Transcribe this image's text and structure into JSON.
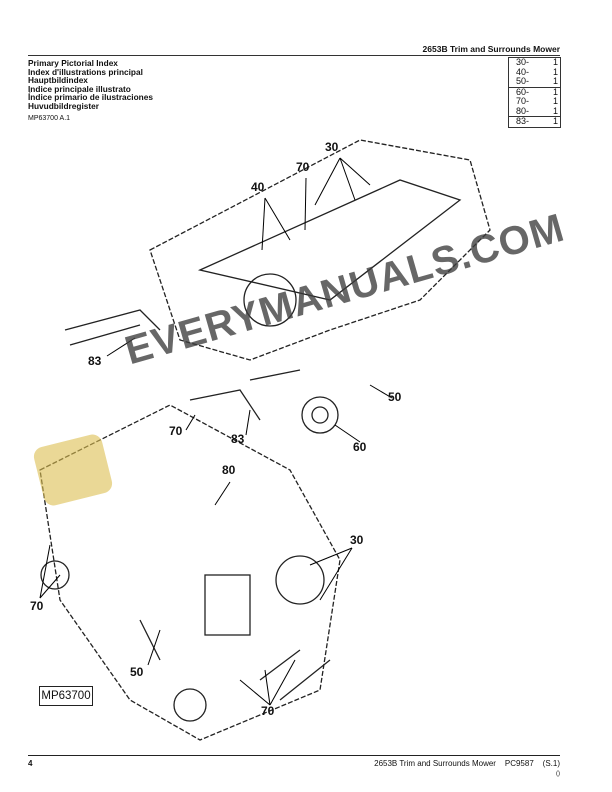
{
  "header": {
    "title": "2653B Trim and Surrounds Mower"
  },
  "titles": [
    "Primary Pictorial Index",
    "Index d'illustrations principal",
    "Hauptbildindex",
    "Indice principale illustrato",
    "Índice primario de ilustraciones",
    "Huvudbildregister"
  ],
  "reference": "MP63700 A.1",
  "index_groups": [
    [
      {
        "code": "30-",
        "page": "1"
      },
      {
        "code": "40-",
        "page": "1"
      },
      {
        "code": "50-",
        "page": "1"
      }
    ],
    [
      {
        "code": "60-",
        "page": "1"
      },
      {
        "code": "70-",
        "page": "1"
      },
      {
        "code": "80-",
        "page": "1"
      }
    ],
    [
      {
        "code": "83-",
        "page": "1"
      }
    ]
  ],
  "callouts": [
    "30",
    "70",
    "40",
    "83",
    "70",
    "83",
    "50",
    "60",
    "80",
    "30",
    "70",
    "50",
    "70"
  ],
  "figure_id": "MP63700",
  "watermark": "EVERYMANUALS.COM",
  "footer": {
    "page_number": "4",
    "text": "2653B Trim and Surrounds Mower    PC9587    (S.1)",
    "sub": "()"
  }
}
